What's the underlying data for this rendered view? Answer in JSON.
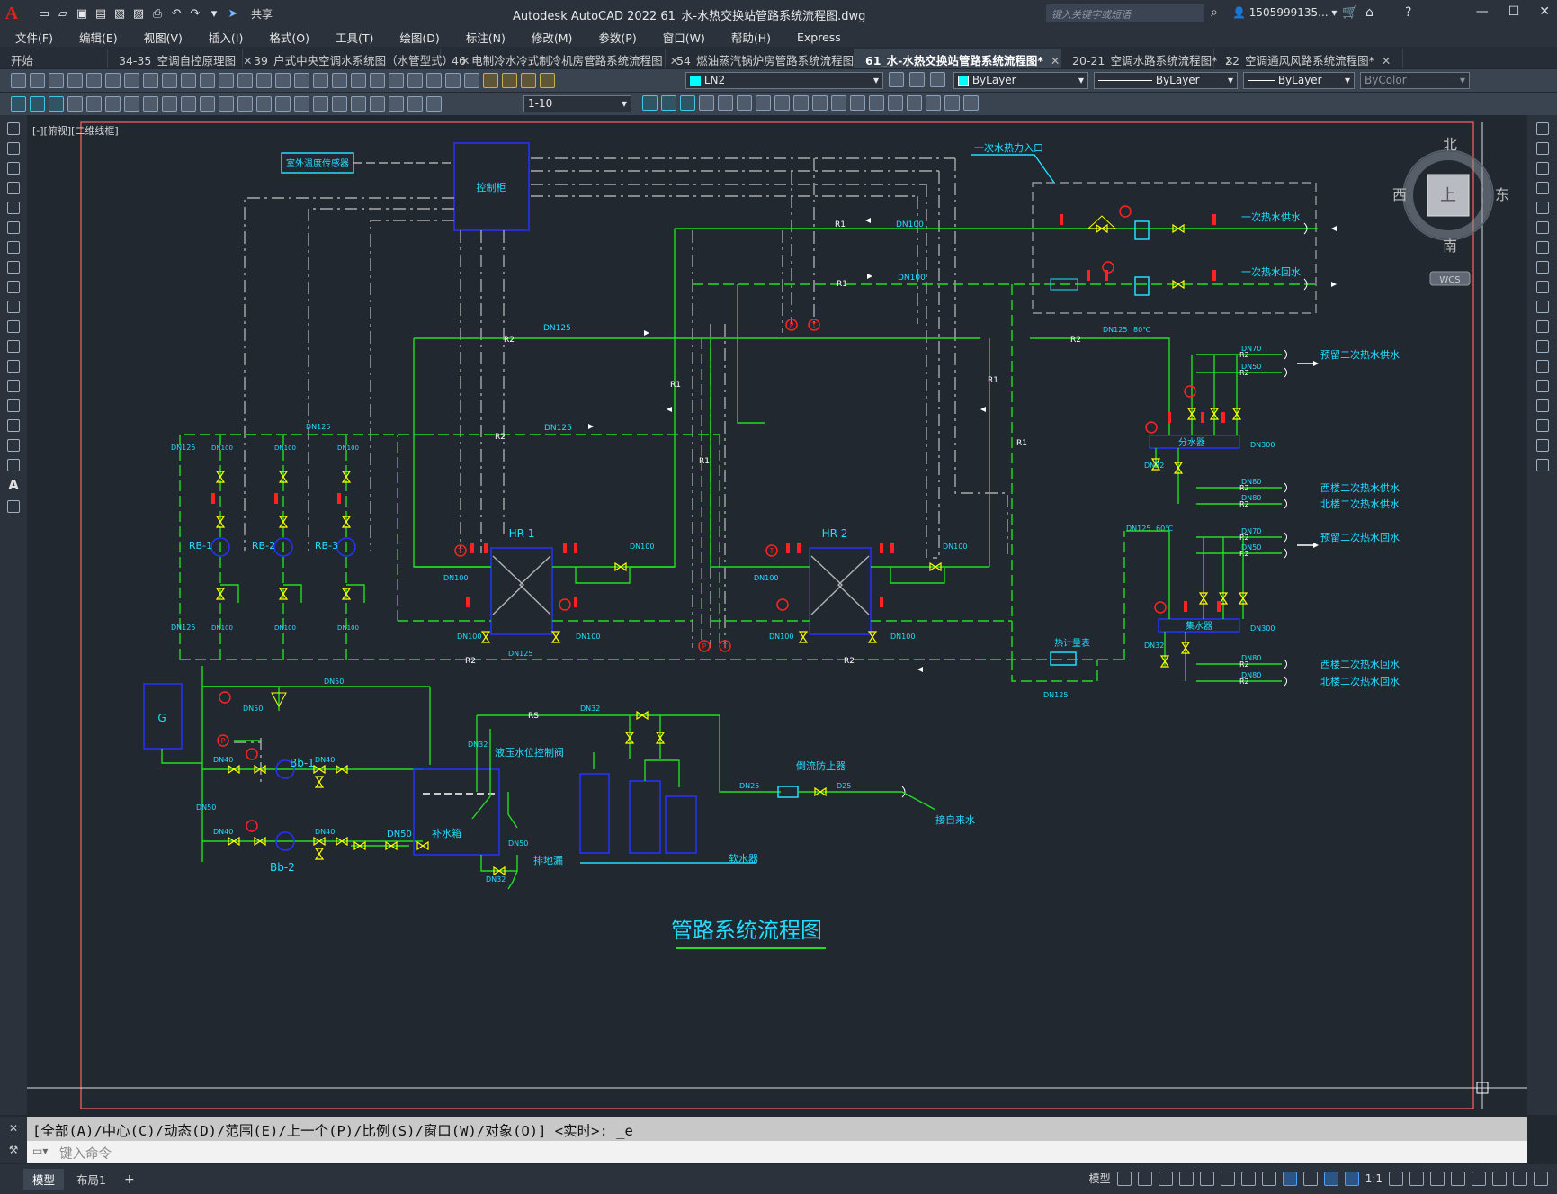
{
  "app": {
    "logo": "A",
    "title": "Autodesk AutoCAD 2022    61_水-水热交换站管路系统流程图.dwg",
    "share": "共享",
    "search_placeholder": "键入关键字或短语",
    "user": "1505999135...",
    "help": "?"
  },
  "menu": [
    "文件(F)",
    "编辑(E)",
    "视图(V)",
    "插入(I)",
    "格式(O)",
    "工具(T)",
    "绘图(D)",
    "标注(N)",
    "修改(M)",
    "参数(P)",
    "窗口(W)",
    "帮助(H)",
    "Express"
  ],
  "tabs": [
    {
      "label": "开始",
      "active": false
    },
    {
      "label": "34-35_空调自控原理图",
      "active": false
    },
    {
      "label": "39_户式中央空调水系统图（水管型式）",
      "active": false
    },
    {
      "label": "46_电制冷水冷式制冷机房管路系统流程图",
      "active": false
    },
    {
      "label": "54_燃油蒸汽锅炉房管路系统流程图",
      "active": false
    },
    {
      "label": "61_水-水热交换站管路系统流程图*",
      "active": true
    },
    {
      "label": "20-21_空调水路系统流程图*",
      "active": false
    },
    {
      "label": "22_空调通风风路系统流程图*",
      "active": false
    }
  ],
  "toolbar": {
    "layer": "LN2",
    "color": "ByLayer",
    "linetype": "ByLayer",
    "lineweight": "ByLayer",
    "plotstyle": "ByColor",
    "scale": "1-10"
  },
  "viewport_label": "[-][俯视][二维线框]",
  "viewcube": {
    "north": "北",
    "south": "南",
    "east": "东",
    "west": "西",
    "top": "上",
    "wcs": "WCS"
  },
  "drawing": {
    "title": "管路系统流程图",
    "labels": {
      "outdoor_sensor": "室外温度传感器",
      "control_cabinet": "控制柜",
      "primary_inlet": "一次水热力入口",
      "primary_supply": "一次热水供水",
      "primary_return": "一次热水回水",
      "hr1": "HR-1",
      "hr2": "HR-2",
      "rb1": "RB-1",
      "rb2": "RB-2",
      "rb3": "RB-3",
      "bb1": "Bb-1",
      "bb2": "Bb-2",
      "g": "G",
      "p": "P",
      "t": "T",
      "r1": "R1",
      "r2": "R2",
      "rs": "RS",
      "dn100": "DN100",
      "dn125": "DN125",
      "dn50": "DN50",
      "dn40": "DN40",
      "dn32": "DN32",
      "dn25": "DN25",
      "d25": "D25",
      "dn70": "DN70",
      "dn80": "DN80",
      "dn300": "DN300",
      "t80c": "80℃",
      "t60c": "60℃",
      "distributor": "分水器",
      "collector": "集水器",
      "heat_meter": "热计量表",
      "tank": "补水箱",
      "level_valve": "液压水位控制阀",
      "softener": "软水器",
      "backflow": "倒流防止器",
      "city_water": "接自来水",
      "drain": "排地漏",
      "reserve_supply": "预留二次热水供水",
      "reserve_return": "预留二次热水回水",
      "west_supply": "西楼二次热水供水",
      "north_supply": "北楼二次热水供水",
      "west_return": "西楼二次热水回水",
      "north_return": "北楼二次热水回水"
    }
  },
  "command": {
    "history": "[全部(A)/中心(C)/动态(D)/范围(E)/上一个(P)/比例(S)/窗口(W)/对象(O)] <实时>: _e",
    "placeholder": "键入命令"
  },
  "status": {
    "tabs": [
      "模型",
      "布局1"
    ],
    "add": "+",
    "model": "模型",
    "scale": "1:1"
  },
  "colors": {
    "pipe": "#22dd22",
    "label": "#22ddff",
    "equip": "#2233ff",
    "valve": "#ffff00",
    "red": "#ff2222",
    "gray": "#b4b4b4",
    "border": "#ff6464"
  }
}
